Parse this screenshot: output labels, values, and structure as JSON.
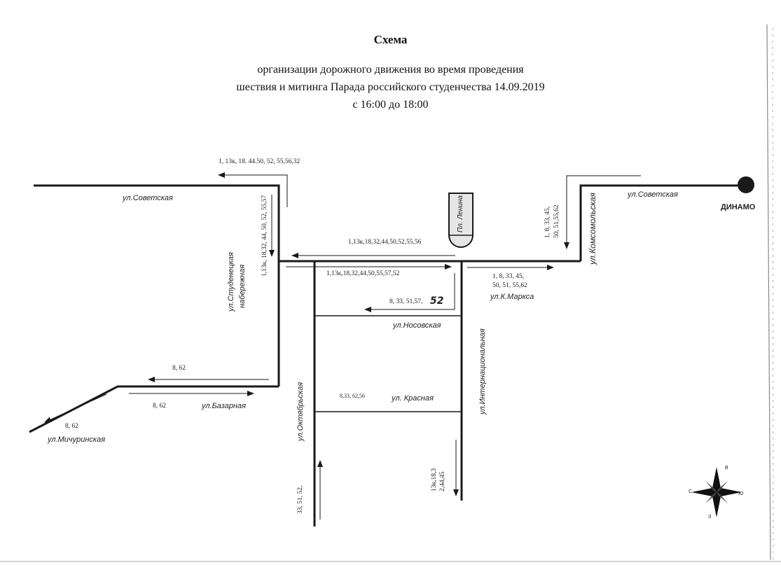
{
  "header": {
    "title": "Схема",
    "line1": "организации дорожного движения во время проведения",
    "line2": "шествия и митинга Парада российского студенчества 14.09.2019",
    "line3": "с 16:00 до 18:00"
  },
  "streets": {
    "sovetskaya_left": "ул.Советская",
    "sovetskaya_right": "ул.Советская",
    "studenetskaya": "ул.Студенецкая",
    "naberezhnaya": "набережная",
    "komsomolskaya": "ул.Комсомольская",
    "k_marksa": "ул.К.Маркса",
    "nosovskaya": "ул.Носовская",
    "krasnaya": "ул. Красная",
    "bazarnaya": "ул.Базарная",
    "michurinskaya": "ул.Мичуринская",
    "oktyabrskaya": "ул.Октябрьская",
    "internatsionalnaya": "ул.Интернациональная"
  },
  "landmarks": {
    "lenin_square": "Пл. Ленина",
    "dinamo": "ДИНАМО"
  },
  "routes": {
    "top_left": "1, 13к, 18. 44.50, 52, 55,56,32",
    "studenetskaya_vertical": "1,13к, 18,32, 44, 50, 52, 55,57",
    "upper_k_marksa": "1,13к,18,32,44,50,52,55,56",
    "lower_k_marksa": "1,13к,18,32,44,50,55,57,52",
    "komsomolskaya_vertical_a": "1, 8, 33, 45,",
    "komsomolskaya_vertical_b": "50, 51,55,62",
    "k_marksa_right_a": "1, 8, 33, 45,",
    "k_marksa_right_b": "50, 51, 55,62",
    "inner_a": "8, 33, 51,57,",
    "inner_b": "52",
    "bazarnaya_upper": "8, 62",
    "bazarnaya_lower": "8, 62",
    "michurinskaya": "8, 62",
    "krasnaya": "8,33, 62,56",
    "oktyabrskaya_vertical": "33, 51, 52,",
    "internatsionalnaya_vertical_a": "13к,18,3",
    "internatsionalnaya_vertical_b": "2,44,45"
  },
  "compass": {
    "n": "С",
    "e": "В",
    "s": "Ю",
    "w": "З"
  }
}
